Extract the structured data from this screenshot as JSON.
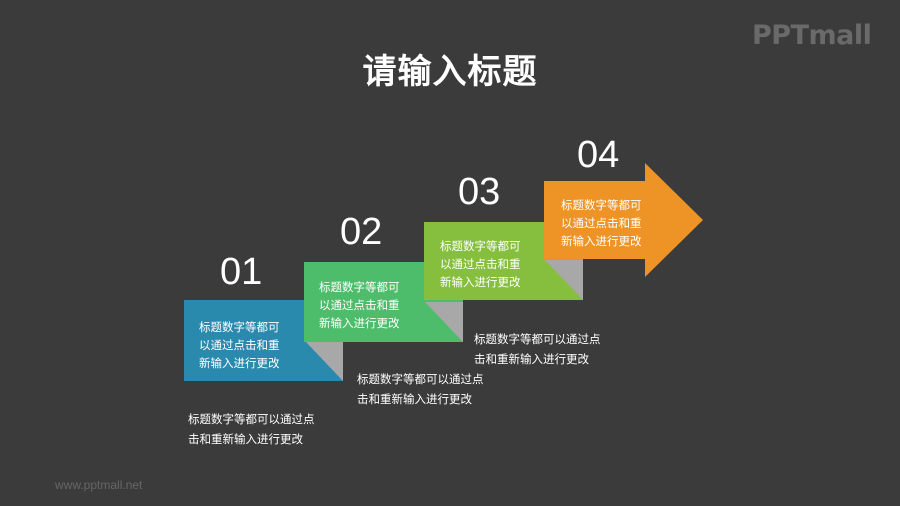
{
  "header": {
    "title": "请输入标题",
    "logo": "PPTmall"
  },
  "footer": {
    "url": "www.pptmall.net"
  },
  "colors": {
    "background": "#3b3b3b",
    "step1": "#2a8aad",
    "step2": "#4dbd6b",
    "step3": "#85bf3d",
    "step4": "#ee9326",
    "fold": "#a8a8a8"
  },
  "steps": [
    {
      "number": "01",
      "box_lines": [
        "标题数字等都可",
        "以通过点击和重",
        "新输入进行更改"
      ],
      "caption_lines": [
        "标题数字等都可以通过点",
        "击和重新输入进行更改"
      ]
    },
    {
      "number": "02",
      "box_lines": [
        "标题数字等都可",
        "以通过点击和重",
        "新输入进行更改"
      ],
      "caption_lines": [
        "标题数字等都可以通过点",
        "击和重新输入进行更改"
      ]
    },
    {
      "number": "03",
      "box_lines": [
        "标题数字等都可",
        "以通过点击和重",
        "新输入进行更改"
      ],
      "caption_lines": [
        "标题数字等都可以通过点",
        "击和重新输入进行更改"
      ]
    },
    {
      "number": "04",
      "box_lines": [
        "标题数字等都可",
        "以通过点击和重",
        "新输入进行更改"
      ]
    }
  ]
}
